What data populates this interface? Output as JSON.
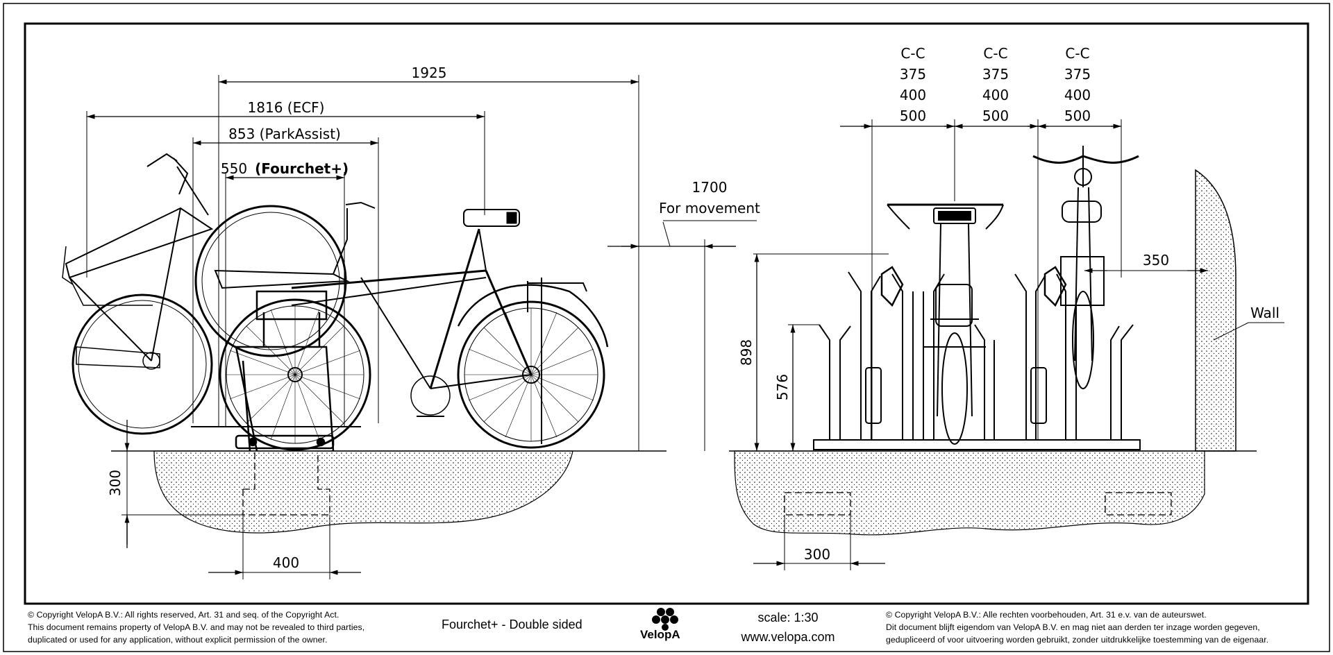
{
  "dimensions": {
    "d1925": "1925",
    "d1816": "1816 (ECF)",
    "d853": "853 (ParkAssist)",
    "d550_num": "550",
    "d550_name": "(Fourchet+)",
    "d1700": "1700",
    "for_movement": "For movement",
    "d300_vert": "300",
    "d400": "400",
    "cc_label": "C-C",
    "cc_values": [
      "375",
      "400",
      "500"
    ],
    "d350": "350",
    "wall": "Wall",
    "d898": "898",
    "d576": "576",
    "d300_right": "300"
  },
  "footer": {
    "copyright_en": [
      "©  Copyright VelopA B.V.: All rights reserved, Art. 31 and seq. of the Copyright Act.",
      "This document remains property of VelopA B.V. and may not be revealed to third parties,",
      "duplicated or used for any application, without explicit permission of the owner."
    ],
    "title": "Fourchet+ - Double sided",
    "logo_text": "VelopA",
    "scale": "scale: 1:30",
    "website": "www.velopa.com",
    "copyright_nl": [
      "©  Copyright VelopA B.V.: Alle rechten voorbehouden, Art. 31 e.v. van de auteurswet.",
      "Dit document blijft eigendom van VelopA B.V. en mag niet aan derden ter inzage worden gegeven,",
      "gedupliceerd of voor uitvoering worden gebruikt, zonder uitdrukkelijke toestemming van de eigenaar."
    ]
  }
}
